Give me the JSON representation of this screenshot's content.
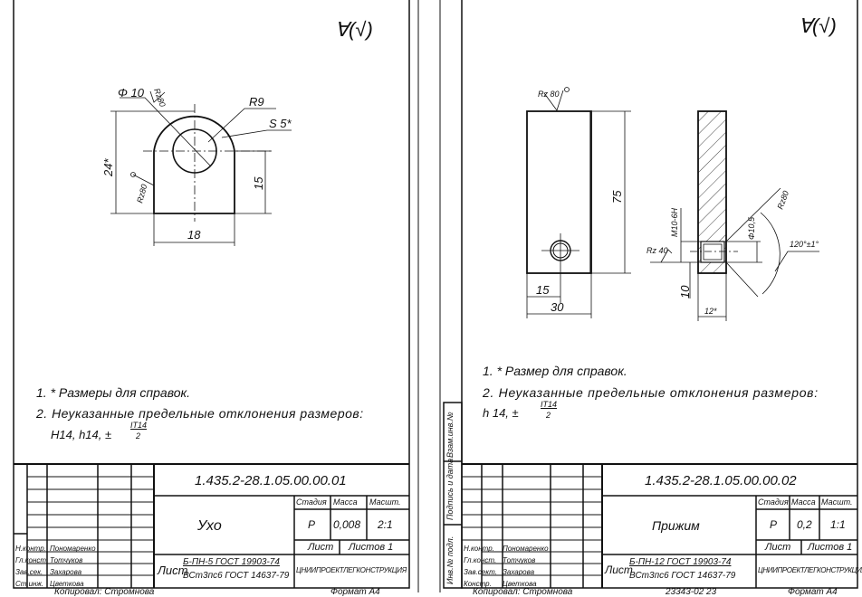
{
  "sheets": [
    {
      "roughness_mark": "∀(√)",
      "dims": {
        "hole": "Φ 10",
        "rz_hole": "Rz80",
        "radius": "R9",
        "thickness": "S 5*",
        "height": "24*",
        "rz_side": "Rz80",
        "half_height": "15",
        "width": "18"
      },
      "notes": [
        "1. * Размеры для справок.",
        "2. Неуказанные предельные отклонения размеров:",
        "H14, h14, ±",
        "IT14",
        "2"
      ],
      "title_block": {
        "designation": "1.435.2-28.1.05.00.00.01",
        "name": "Ухо",
        "stage_header": "Стадия",
        "mass_header": "Масса",
        "scale_header": "Масшт.",
        "stage": "Р",
        "mass": "0,008",
        "scale": "2:1",
        "sheet_label": "Лист",
        "sheets_label": "Листов 1",
        "material_prefix": "Лист",
        "material_top": "Б-ПН-5 ГОСТ 19903-74",
        "material_bottom": "ВСт3пс6 ГОСТ 14637-79",
        "organization": "ЦНИИПРОЕКТЛЕГКОНСТРУКЦИЯ",
        "signers": [
          {
            "role": "Н.контр.",
            "name": "Пономаренко"
          },
          {
            "role": "Гл.конст.",
            "name": "Тотчуков"
          },
          {
            "role": "Зав.сек.",
            "name": "Захарова"
          },
          {
            "role": "Ст.инж.",
            "name": "Цветкова"
          }
        ]
      },
      "footer": {
        "copied": "Копировал: Стромнова",
        "format": "Формат А4"
      }
    },
    {
      "roughness_mark": "∀(√)",
      "dims": {
        "rz_top": "Rz 80",
        "length": "75",
        "hole_pos": "15",
        "width": "30",
        "thread": "М10-6Н",
        "rz_thread": "Rz 40",
        "chamfer_dia": "Φ10,5",
        "rz_chamfer": "Rz80",
        "angle": "120°±1°",
        "depth": "10",
        "thickness": "12*"
      },
      "notes": [
        "1. * Размер для справок.",
        "2. Неуказанные предельные отклонения размеров:",
        "h 14, ±",
        "IT14",
        "2"
      ],
      "side_stamp": [
        "Взам.инв.№",
        "Подпись и дата",
        "Инв.№ подл."
      ],
      "title_block": {
        "designation": "1.435.2-28.1.05.00.00.02",
        "name": "Прижим",
        "stage_header": "Стадия",
        "mass_header": "Масса",
        "scale_header": "Масшт.",
        "stage": "Р",
        "mass": "0,2",
        "scale": "1:1",
        "sheet_label": "Лист",
        "sheets_label": "Листов 1",
        "material_prefix": "Лист",
        "material_top": "Б-ПН-12 ГОСТ 19903-74",
        "material_bottom": "ВСт3пс6 ГОСТ 14637-79",
        "organization": "ЦНИИПРОЕКТЛЕГКОНСТРУКЦИЯ",
        "signers": [
          {
            "role": "Н.контр.",
            "name": "Пономаренко"
          },
          {
            "role": "Гл.конст.",
            "name": "Тотчуков"
          },
          {
            "role": "Зав.сект.",
            "name": "Захарова"
          },
          {
            "role": "Констр.",
            "name": "Цветкова"
          }
        ]
      },
      "footer": {
        "copied": "Копировал: Стромнова",
        "code": "23343-02 23",
        "format": "Формат А4"
      }
    }
  ]
}
